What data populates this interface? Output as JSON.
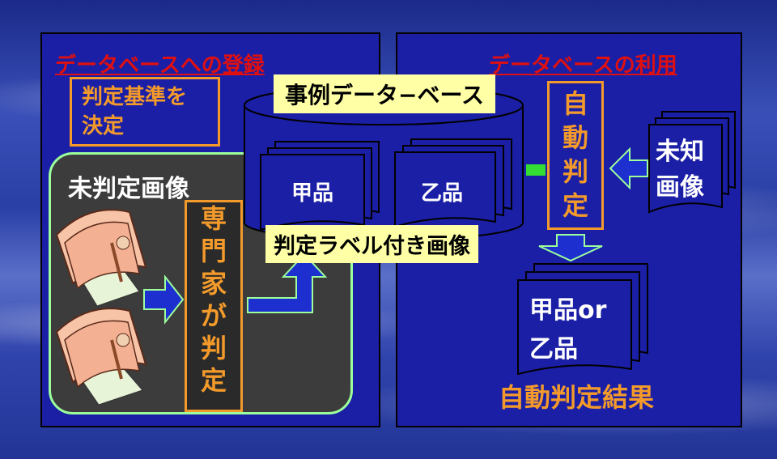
{
  "left_panel": {
    "title": "データベースへの登録",
    "criteria": [
      "判定基準を",
      "決定"
    ],
    "unjudged_label": "未判定画像",
    "expert_label": [
      "専",
      "門",
      "家",
      "が",
      "判",
      "定"
    ]
  },
  "database": {
    "title": "事例データ−ベース",
    "item_a": "甲品",
    "item_b": "乙品",
    "labeled_images": "判定ラベル付き画像"
  },
  "right_panel": {
    "title": "データベースの利用",
    "auto_judge": [
      "自",
      "動",
      "判",
      "定"
    ],
    "unknown_image": [
      "未知",
      "画像"
    ],
    "result_values": [
      "甲品or",
      "乙品"
    ],
    "result_label": "自動判定結果"
  },
  "colors": {
    "title_red": "#e01010",
    "orange": "#f39a2b",
    "yellow_box": "#ffffa6",
    "green_border": "#9cff9c",
    "arrow_blue": "#1e2fd0",
    "panel_blue": "#1a1fa6"
  }
}
